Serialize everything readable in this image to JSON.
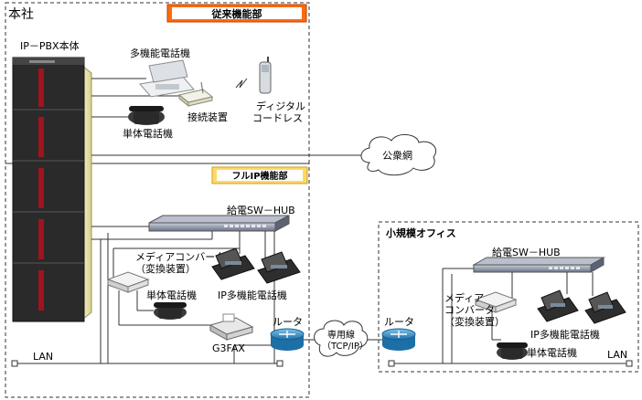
{
  "headquarters": {
    "title": "本社",
    "legacy_section_label": "従来機能部",
    "fullip_section_label": "フルIP機能部",
    "pbx_label": "IP－PBX本体",
    "multifunction_phone_label": "多機能電話機",
    "connector_label": "接続装置",
    "digital_cordless_label": "ディジタル\nコードレス",
    "single_phone_label": "単体電話機",
    "poe_hub_label": "給電SW－HUB",
    "media_converter_label": "メディアコンバータ\n（変換装置）",
    "single_phone2_label": "単体電話機",
    "ip_phone_label": "IP多機能電話機",
    "g3fax_label": "G3FAX",
    "router_label": "ルータ",
    "lan_label": "LAN"
  },
  "public_network_label": "公衆網",
  "leased_line_label": "専用線\n（TCP/IP）",
  "small_office": {
    "title": "小規模オフィス",
    "router_label": "ルータ",
    "poe_hub_label": "給電SW－HUB",
    "media_converter_label": "メディア\nコンバータ\n（変換装置）",
    "ip_phone_label": "IP多機能電話機",
    "single_phone_label": "単体電話機",
    "lan_label": "LAN"
  },
  "colors": {
    "legacy_header": "#ff6600",
    "fullip_header": "#ffd966",
    "pbx_body": "#2a2a2a",
    "pbx_stripe": "#a0141e",
    "router": "#2e86c1"
  }
}
